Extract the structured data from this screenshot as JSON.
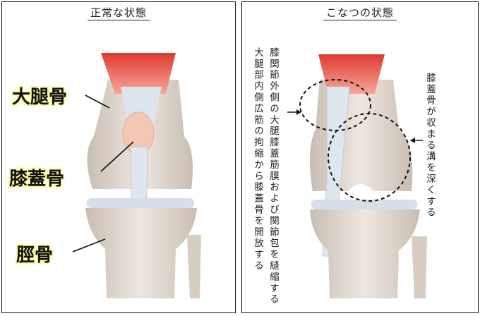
{
  "left_panel": {
    "title": "正常な状態",
    "labels": {
      "femur": "大腿骨",
      "patella": "膝蓋骨",
      "tibia": "脛骨"
    }
  },
  "right_panel": {
    "title": "こなつの状態",
    "annotation_left_col1": "大腿部内側広筋の拘縮から膝蓋骨を開放する",
    "annotation_left_col2": "膝関節外側の大腿膝蓋筋膜および関節包を縫縮する",
    "annotation_right": "膝蓋骨が収まる溝を深くする"
  },
  "colors": {
    "muscle": "#e8463a",
    "bone": "#e6ddd4",
    "tendon": "#d9e2ee",
    "label_glow": "#fff7a6"
  }
}
